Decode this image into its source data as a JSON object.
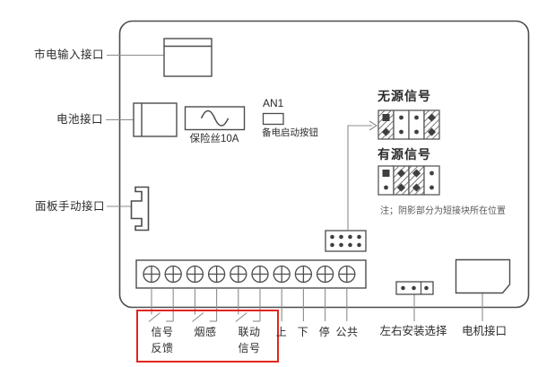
{
  "diagram": {
    "labels": {
      "mains_input": "市电输入接口",
      "battery": "电池接口",
      "panel_manual": "面板手动接口",
      "fuse": "保险丝10A",
      "an1": "AN1",
      "backup_start": "备电启动按钮",
      "passive_signal": "无源信号",
      "active_signal": "有源信号",
      "note": "注；阴影部分为短接块所在位置",
      "lr_install": "左右安装选择",
      "motor_port": "电机接口"
    },
    "terminal_labels": [
      {
        "line1": "信号",
        "line2": "反馈"
      },
      {
        "line1": "烟感",
        "line2": ""
      },
      {
        "line1": "联动",
        "line2": "信号"
      },
      {
        "line1": "上",
        "line2": ""
      },
      {
        "line1": "下",
        "line2": ""
      },
      {
        "line1": "停",
        "line2": ""
      },
      {
        "line1": "公共",
        "line2": ""
      }
    ],
    "terminal_count": 10,
    "jumper_blocks": {
      "passive": {
        "shaded_cells": [
          1,
          4
        ],
        "pin_rows": 2,
        "pin_cols": 4
      },
      "active": {
        "shaded_cells": [
          2,
          3
        ],
        "pin_rows": 2,
        "pin_cols": 4
      }
    },
    "colors": {
      "outline": "#4c4c4e",
      "leader": "#8c8c8c",
      "text": "#2b2b2b",
      "note_text": "#595959",
      "highlight": "#e2251b",
      "pin_dark": "#3f3f41"
    }
  }
}
